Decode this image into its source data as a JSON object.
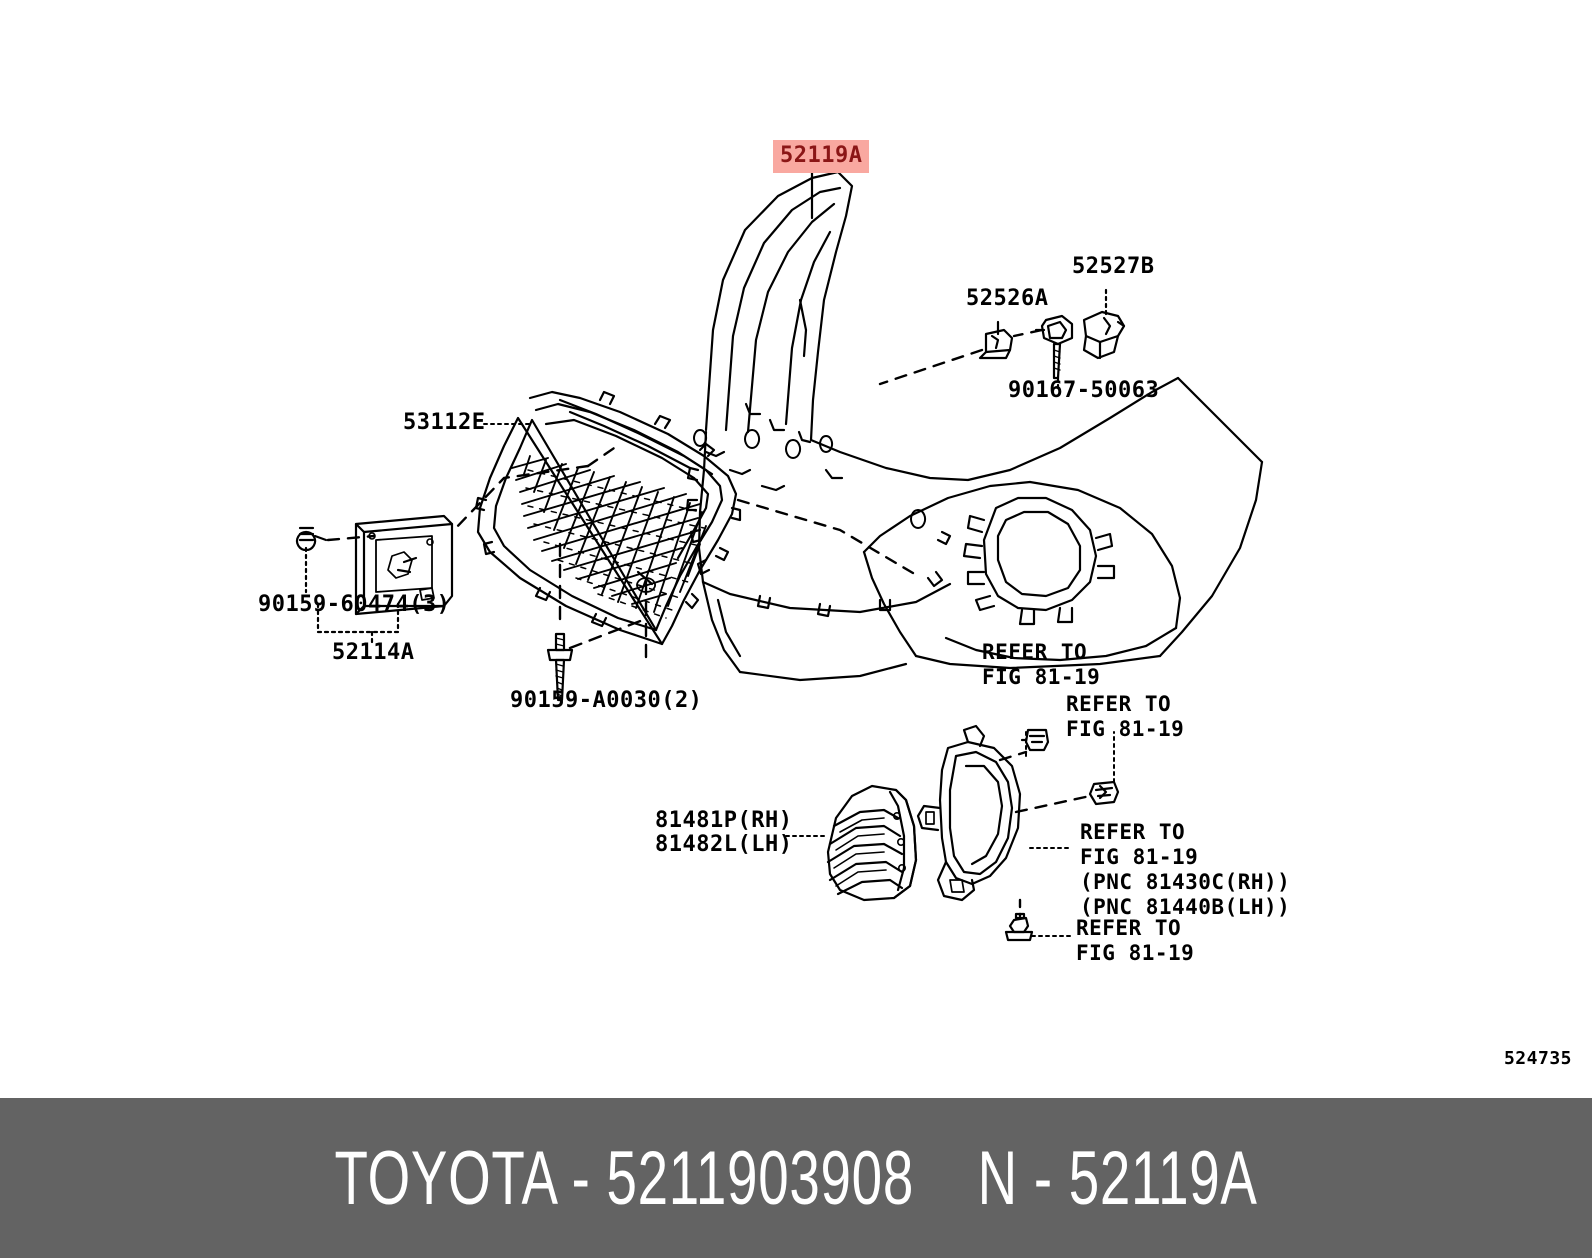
{
  "document": {
    "type": "toyota-parts-catalog-diagram",
    "diagram_id": "524735"
  },
  "banner": {
    "text": "TOYOTA - 5211903908    N - 52119A",
    "background_color": "#636363",
    "text_color": "#ffffff"
  },
  "highlight": {
    "background_color": "#f9a8a0",
    "text_color": "#8b1616"
  },
  "callouts": {
    "bumper_cover": "52119A",
    "retainer_bracket": "52526A",
    "clip_52527b": "52527B",
    "bolt_90167": "90167-50063",
    "radiator_grille": "53112E",
    "license_plate_bracket": "52114A",
    "screw_90159_60474": "90159-60474(3)",
    "screw_90159_a0030": "90159-A0030(2)",
    "fog_lamp_cover_rh": "81481P(RH)",
    "fog_lamp_cover_lh": "81482L(LH)",
    "refer_1_line1": "REFER TO",
    "refer_1_line2": "FIG 81-19",
    "refer_2_line1": "REFER TO",
    "refer_2_line2": "FIG 81-19",
    "refer_3_line1": "REFER TO",
    "refer_3_line2": "FIG 81-19",
    "refer_3_line3": "(PNC 81430C(RH))",
    "refer_3_line4": "(PNC 81440B(LH))",
    "refer_4_line1": "REFER TO",
    "refer_4_line2": "FIG 81-19"
  }
}
